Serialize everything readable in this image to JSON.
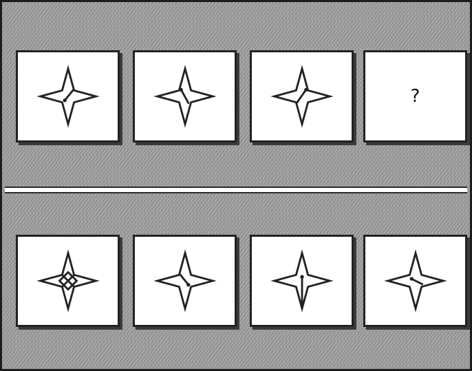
{
  "question_row": {
    "tiles": [
      {
        "figure": "four-point-star-with-hand-pointing-up-right"
      },
      {
        "figure": "four-point-star-with-hand-pointing-down-right"
      },
      {
        "figure": "four-point-star-with-hand-pointing-down-left"
      },
      {
        "placeholder": "?"
      }
    ]
  },
  "answer_row": {
    "tiles": [
      {
        "figure": "four-point-star-with-inner-diamond"
      },
      {
        "figure": "four-point-star-with-hand-pointing-up-left"
      },
      {
        "figure": "four-point-star-with-hand-pointing-down"
      },
      {
        "figure": "four-point-star-with-hand-pointing-right"
      }
    ]
  },
  "colors": {
    "tile_background": "#ffffff",
    "outline": "#222222",
    "texture_base": "#9c9c9c"
  }
}
